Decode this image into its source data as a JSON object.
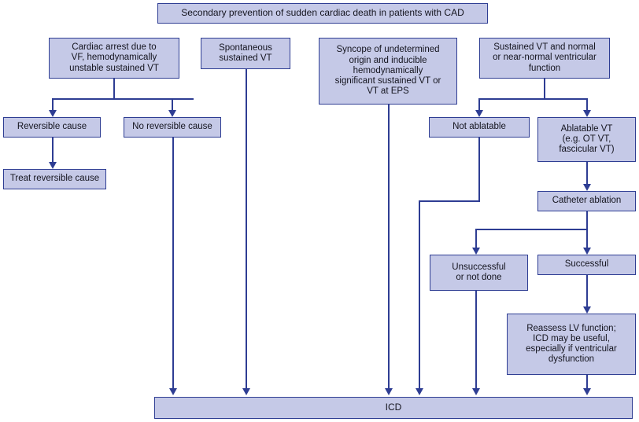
{
  "diagram": {
    "title": "Secondary prevention of sudden cardiac death in patients with CAD",
    "colors": {
      "node_fill": "#c5c9e7",
      "node_border": "#2e3d93",
      "connector": "#2e3d93",
      "text": "#14141e",
      "background": "#ffffff"
    },
    "nodes": {
      "root": "Secondary prevention of sudden cardiac death in patients with CAD",
      "cardiac_arrest": "Cardiac arrest due to\nVF, hemodynamically\nunstable sustained VT",
      "spontaneous_vt": "Spontaneous\nsustained VT",
      "syncope": "Syncope of undetermined\norigin and inducible\nhemodynamically\nsignificant sustained VT or\nVT at EPS",
      "sustained_vt_normal": "Sustained VT and normal\nor near-normal ventricular\nfunction",
      "reversible_cause": "Reversible cause",
      "no_reversible_cause": "No reversible cause",
      "treat_reversible_cause": "Treat reversible cause",
      "not_ablatable": "Not ablatable",
      "ablatable_vt": "Ablatable VT\n(e.g. OT VT,\nfascicular VT)",
      "catheter_ablation": "Catheter ablation",
      "unsuccessful": "Unsuccessful\nor not done",
      "successful": "Successful",
      "reassess": "Reassess LV function;\nICD may be useful,\nespecially if ventricular\ndysfunction",
      "icd": "ICD"
    },
    "edges": [
      {
        "from": "cardiac_arrest",
        "to": "reversible_cause"
      },
      {
        "from": "cardiac_arrest",
        "to": "no_reversible_cause"
      },
      {
        "from": "reversible_cause",
        "to": "treat_reversible_cause"
      },
      {
        "from": "no_reversible_cause",
        "to": "icd"
      },
      {
        "from": "spontaneous_vt",
        "to": "icd"
      },
      {
        "from": "syncope",
        "to": "icd"
      },
      {
        "from": "sustained_vt_normal",
        "to": "not_ablatable"
      },
      {
        "from": "sustained_vt_normal",
        "to": "ablatable_vt"
      },
      {
        "from": "not_ablatable",
        "to": "icd"
      },
      {
        "from": "ablatable_vt",
        "to": "catheter_ablation"
      },
      {
        "from": "catheter_ablation",
        "to": "unsuccessful"
      },
      {
        "from": "catheter_ablation",
        "to": "successful"
      },
      {
        "from": "unsuccessful",
        "to": "icd"
      },
      {
        "from": "successful",
        "to": "reassess"
      },
      {
        "from": "reassess",
        "to": "icd"
      }
    ]
  }
}
